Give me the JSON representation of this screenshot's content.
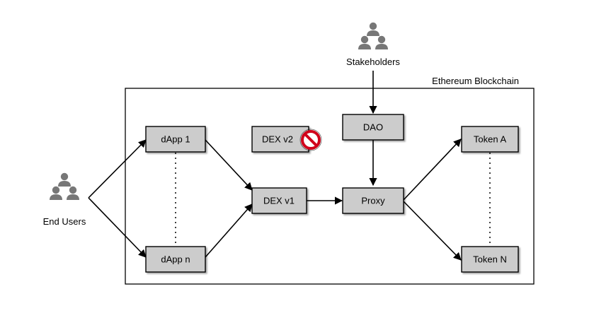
{
  "diagram": {
    "container_label": "Ethereum Blockchain",
    "actors": {
      "stakeholders": {
        "label": "Stakeholders",
        "icon": "people-group-icon"
      },
      "end_users": {
        "label": "End Users",
        "icon": "people-group-icon"
      }
    },
    "nodes": {
      "dapp1": "dApp 1",
      "dappn": "dApp n",
      "dexv2": "DEX v2",
      "dexv1": "DEX v1",
      "dao": "DAO",
      "proxy": "Proxy",
      "tokena": "Token A",
      "tokenn": "Token N"
    },
    "badges": {
      "dexv2_disabled": "prohibited-icon"
    },
    "colors": {
      "node_fill": "#cccccc",
      "node_stroke": "#000000",
      "icon_fill": "#777777",
      "prohibit_red": "#d0021b"
    }
  }
}
